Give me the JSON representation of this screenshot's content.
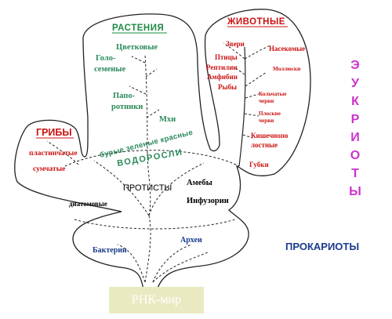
{
  "kingdoms": {
    "plants": "РАСТЕНИЯ",
    "animals": "ЖИВОТНЫЕ",
    "fungi": "ГРИБЫ"
  },
  "plants": {
    "flowering": "Цветковые",
    "gymno_1": "Голо-",
    "gymno_2": "семеные",
    "ferns_1": "Папо-",
    "ferns_2": "ротники",
    "mosses": "Мхи"
  },
  "animals": {
    "beasts": "Звери",
    "insects": "Насекомые",
    "birds": "Птицы",
    "reptiles": "Рептилии",
    "molluscs": "Моллюски",
    "amphibians": "Амфибии",
    "fish": "Рыбы",
    "annelids_1": "Кольчатые",
    "annelids_2": "черви",
    "flatworms_1": "Плоские",
    "flatworms_2": "черви",
    "coelenterates_1": "Кишечнопо",
    "coelenterates_2": "лостные",
    "sponges": "Губки"
  },
  "fungi": {
    "ascomycetes": "сумчатые",
    "basidiomycetes": "пластинчатые"
  },
  "algae": {
    "label": "ВОДОРОСЛИ",
    "types": "бурые  зеленые  красные"
  },
  "protists": {
    "label": "ПРОТИСТЫ",
    "amoebas": "Амебы",
    "infusoria": "Инфузории",
    "diatoms": "диатомовые"
  },
  "prokaryotes": {
    "label": "ПРОКАРИОТЫ",
    "bacteria": "Бактерии",
    "archaea": "Археи"
  },
  "eukaryotes": {
    "letters": [
      "Э",
      "У",
      "К",
      "Р",
      "И",
      "О",
      "Т",
      "Ы"
    ]
  },
  "root": {
    "label": "РНК-мир"
  },
  "colors": {
    "plants": "#2b8a5a",
    "animals": "#cc1111",
    "prokaryotes": "#1a3a8c",
    "eukaryotes": "#cc33cc",
    "rna_box": "#eaeac2"
  }
}
